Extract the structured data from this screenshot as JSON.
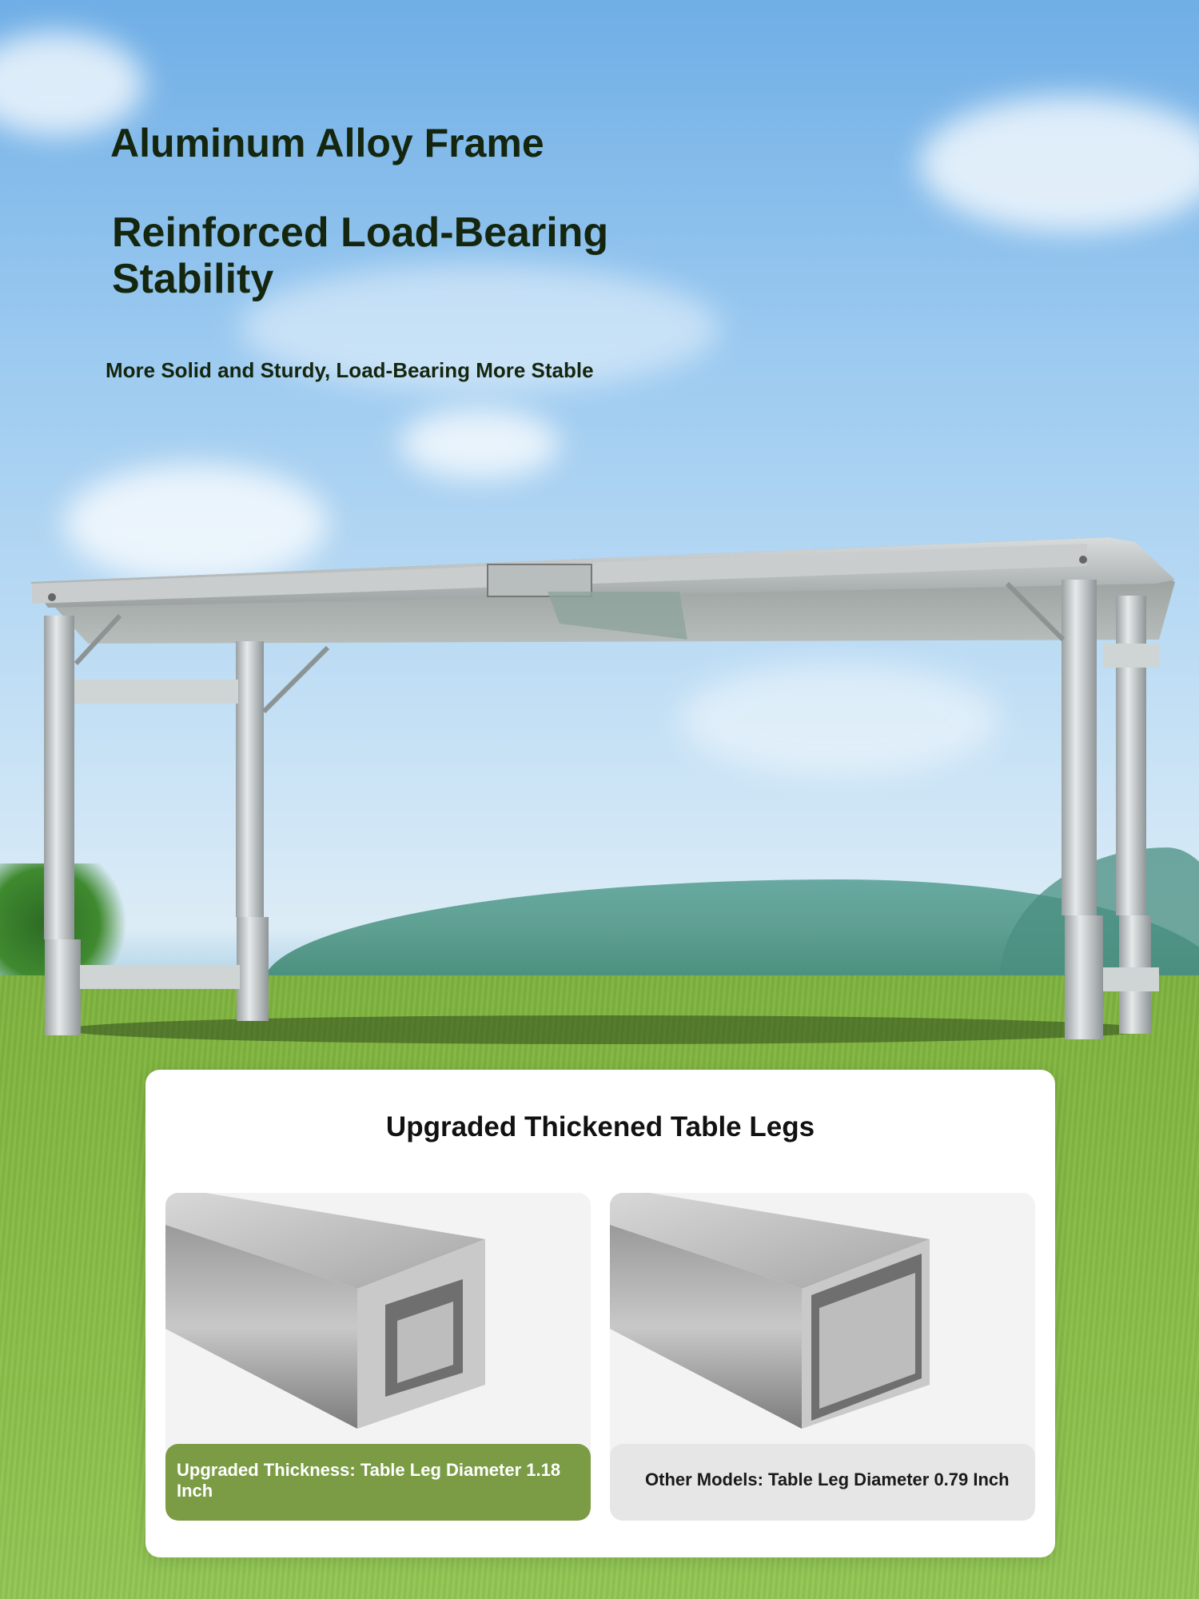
{
  "hero": {
    "title_line1": "Aluminum Alloy Frame",
    "title_line2": "Reinforced Load-Bearing Stability",
    "subtitle": "More Solid and Sturdy, Load-Bearing More Stable"
  },
  "comparison": {
    "title": "Upgraded Thickened Table Legs",
    "upgraded_caption": "Upgraded Thickness: Table Leg Diameter 1.18 Inch",
    "other_caption": "Other Models: Table Leg Diameter 0.79 Inch"
  },
  "colors": {
    "headline": "#15260f",
    "caption_green": "#7b9c45",
    "caption_gray": "#e6e6e6"
  }
}
